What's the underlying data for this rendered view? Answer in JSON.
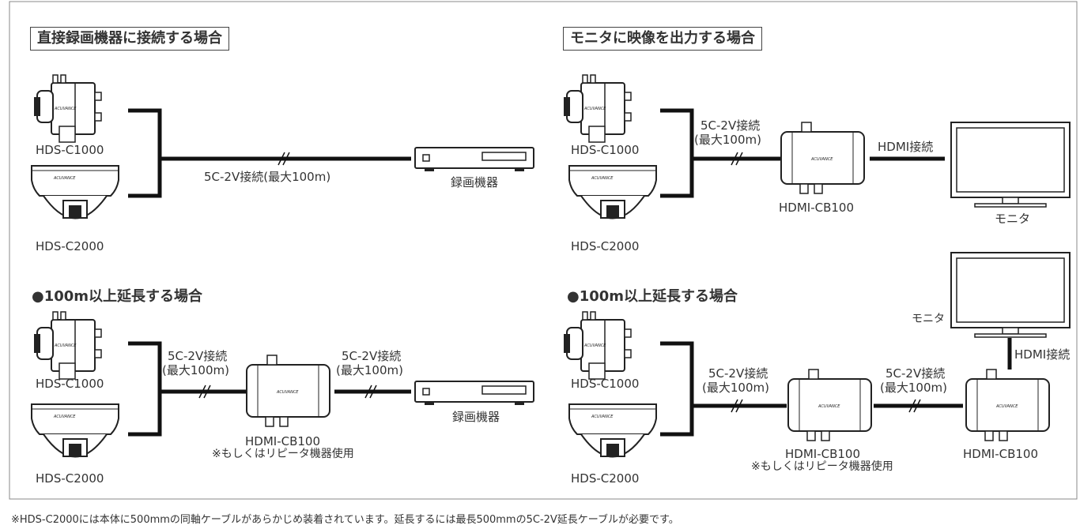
{
  "sections": {
    "direct": {
      "title": "直接録画機器に接続する場合",
      "camera1": "HDS-C1000",
      "camera2": "HDS-C2000",
      "cable": "5C-2V接続(最大100m)",
      "recorder": "録画機器"
    },
    "monitor": {
      "title": "モニタに映像を出力する場合",
      "camera1": "HDS-C1000",
      "camera2": "HDS-C2000",
      "cable_line1": "5C-2V接続",
      "cable_line2": "(最大100m)",
      "converter": "HDMI-CB100",
      "hdmi": "HDMI接続",
      "display": "モニタ"
    },
    "extend_left": {
      "title": "●100m以上延長する場合",
      "camera1": "HDS-C1000",
      "camera2": "HDS-C2000",
      "cable1_line1": "5C-2V接続",
      "cable1_line2": "(最大100m)",
      "cable2_line1": "5C-2V接続",
      "cable2_line2": "(最大100m)",
      "converter": "HDMI-CB100",
      "repeater_note": "※もしくはリピータ機器使用",
      "recorder": "録画機器"
    },
    "extend_right": {
      "title": "●100m以上延長する場合",
      "camera1": "HDS-C1000",
      "camera2": "HDS-C2000",
      "cable1_line1": "5C-2V接続",
      "cable1_line2": "(最大100m)",
      "cable2_line1": "5C-2V接続",
      "cable2_line2": "(最大100m)",
      "converter1": "HDMI-CB100",
      "repeater_note": "※もしくはリピータ機器使用",
      "converter2": "HDMI-CB100",
      "hdmi": "HDMI接続",
      "display": "モニタ"
    }
  },
  "brand_logo": "ACUVANCE",
  "footnote": "※HDS-C2000には本体に500mmの同軸ケーブルがあらかじめ装着されています。延長するには最長500mmの5C-2V延長ケーブルが必要です。"
}
